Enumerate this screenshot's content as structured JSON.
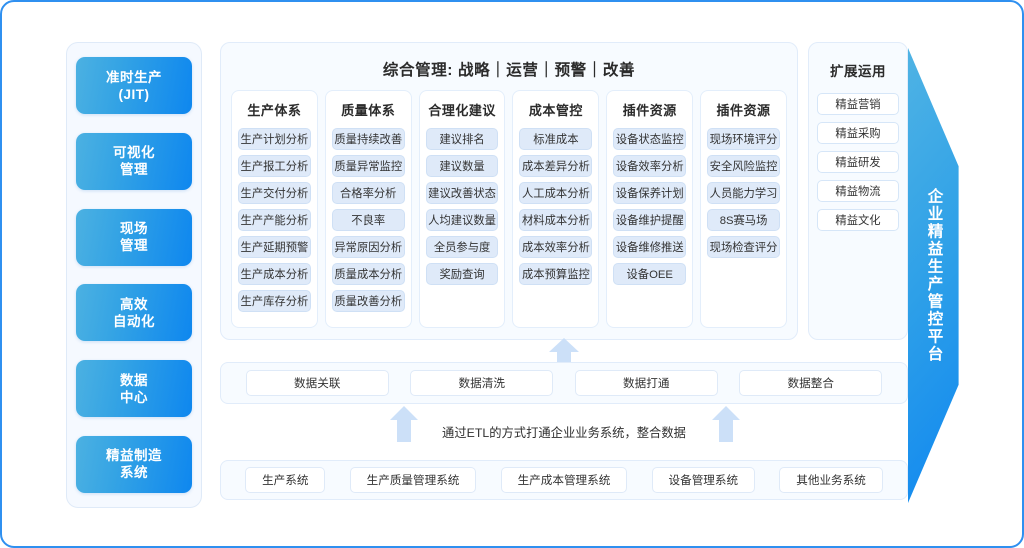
{
  "sidebar": {
    "items": [
      {
        "line1": "准时生产",
        "line2": "(JIT)"
      },
      {
        "line1": "可视化",
        "line2": "管理"
      },
      {
        "line1": "现场",
        "line2": "管理"
      },
      {
        "line1": "高效",
        "line2": "自动化"
      },
      {
        "line1": "数据",
        "line2": "中心"
      },
      {
        "line1": "精益制造",
        "line2": "系统"
      }
    ]
  },
  "main": {
    "title": "综合管理: 战略｜运营｜预警｜改善",
    "columns": [
      {
        "title": "生产体系",
        "items": [
          "生产计划分析",
          "生产报工分析",
          "生产交付分析",
          "生产产能分析",
          "生产延期预警",
          "生产成本分析",
          "生产库存分析"
        ]
      },
      {
        "title": "质量体系",
        "items": [
          "质量持续改善",
          "质量异常监控",
          "合格率分析",
          "不良率",
          "异常原因分析",
          "质量成本分析",
          "质量改善分析"
        ]
      },
      {
        "title": "合理化建议",
        "items": [
          "建议排名",
          "建议数量",
          "建议改善状态",
          "人均建议数量",
          "全员参与度",
          "奖励查询"
        ]
      },
      {
        "title": "成本管控",
        "items": [
          "标准成本",
          "成本差异分析",
          "人工成本分析",
          "材料成本分析",
          "成本效率分析",
          "成本预算监控"
        ]
      },
      {
        "title": "插件资源",
        "items": [
          "设备状态监控",
          "设备效率分析",
          "设备保养计划",
          "设备维护提醒",
          "设备维修推送",
          "设备OEE"
        ]
      },
      {
        "title": "插件资源",
        "items": [
          "现场环境评分",
          "安全风险监控",
          "人员能力学习",
          "8S赛马场",
          "现场检查评分"
        ]
      }
    ]
  },
  "extension": {
    "title": "扩展运用",
    "items": [
      "精益营销",
      "精益采购",
      "精益研发",
      "精益物流",
      "精益文化"
    ]
  },
  "banner": {
    "text": "企业精益生产管控平台"
  },
  "etl": {
    "items": [
      "数据关联",
      "数据清洗",
      "数据打通",
      "数据整合"
    ],
    "caption": "通过ETL的方式打通企业业务系统，整合数据"
  },
  "systems": {
    "items": [
      "生产系统",
      "生产质量管理系统",
      "生产成本管理系统",
      "设备管理系统",
      "其他业务系统"
    ]
  },
  "colors": {
    "accent": "#0e87ef",
    "accent_light": "#4cb1e2",
    "panel_bg": "#f7fbff",
    "chip_bg": "#dfeaf9",
    "border": "#e1ecfa",
    "arrow": "#c5ddf7"
  }
}
